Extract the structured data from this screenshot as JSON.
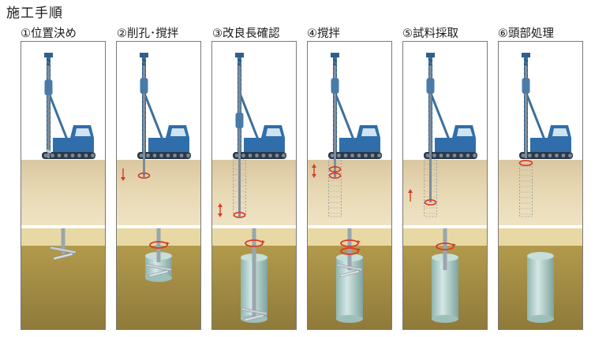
{
  "title": "施工手順",
  "colors": {
    "machine_blue": "#2f6eaa",
    "soil_top": "#d9c7a0",
    "soil_mid": "#e8d9b4",
    "soil_deep": "#8f7a3a",
    "rotation_marker": "#d93a2b",
    "column": "#b7d3cf"
  },
  "steps": [
    {
      "label": "①位置決め",
      "icon": "positioning"
    },
    {
      "label": "②削孔･撹拌",
      "icon": "drilling-mixing"
    },
    {
      "label": "③改良長確認",
      "icon": "length-check"
    },
    {
      "label": "④撹拌",
      "icon": "mixing"
    },
    {
      "label": "⑤試料採取",
      "icon": "sampling"
    },
    {
      "label": "⑥頭部処理",
      "icon": "head-treatment"
    }
  ]
}
